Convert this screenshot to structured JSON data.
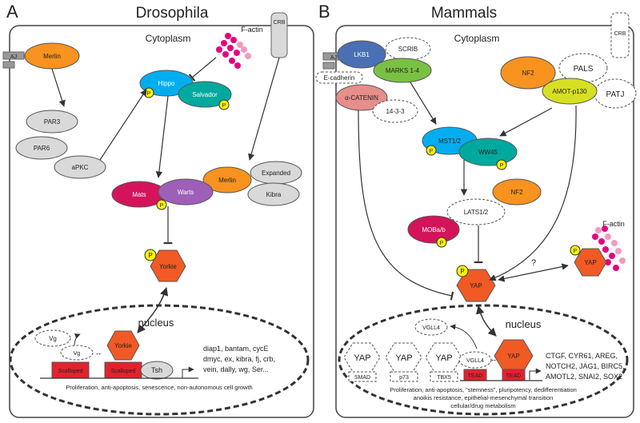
{
  "panel_a": {
    "letter": "A",
    "title": "Drosophila",
    "cytoplasm": "Cytoplasm",
    "nucleus": "nucleus",
    "aj": "AJ",
    "factin": "F-actin",
    "crb": "CRB",
    "merlin": "Merlin",
    "par3": "PAR3",
    "par6": "PAR6",
    "apkc": "aPKC",
    "hippo": "Hippo",
    "salvador": "Salvador",
    "merlin2": "Merlin",
    "expanded": "Expanded",
    "kibra": "Kibra",
    "mats": "Mats",
    "warts": "Warts",
    "yorkie": "Yorkie",
    "p": "P",
    "vg": "Vg",
    "vg_bound": "Vg",
    "yorkie_nuc": "Yorkie",
    "scalloped1": "Scalloped",
    "scalloped2": "Scalloped",
    "tsh": "Tsh",
    "targets": [
      "diap1, bantam, cycE",
      "dmyc, ex, kibra, fj, crb,",
      "vein, dally, wg, Ser..."
    ],
    "outcome": "Proliferation, anti-apoptosis, senescence, non-autonomous cell growth"
  },
  "panel_b": {
    "letter": "B",
    "title": "Mammals",
    "cytoplasm": "Cytoplasm",
    "nucleus": "nucleus",
    "aj": "AJ",
    "crb": "CRB",
    "lkb1": "LKB1",
    "scrib": "SCRIB",
    "marks": "MARKS 1-4",
    "ecadherin": "E-cadherin",
    "acatenin": "α-CATENIN",
    "p1433": "14-3-3",
    "nf2": "NF2",
    "amot": "AMOT-p130",
    "pals": "PALS",
    "patj": "PATJ",
    "mst": "MST1/2",
    "ww45": "WW45",
    "lats": "LATS1/2",
    "nf2b": "NF2",
    "moba": "MOBa/b",
    "yap": "YAP",
    "yap_actin": "YAP",
    "factin": "F-actin",
    "question": "?",
    "p": "P",
    "vgll4_free": "VGLL4",
    "vgll4": "VGLL4",
    "yap_nuc": "YAP",
    "tead1": "TEAD",
    "tead2": "TEAD",
    "partners": [
      {
        "yap": "YAP",
        "tf": "SMAD"
      },
      {
        "yap": "YAP",
        "tf": "p73"
      },
      {
        "yap": "YAP",
        "tf": "TBX5"
      }
    ],
    "targets": [
      "CTGF, CYR61, AREG,",
      "NOTCH2, JAG1, BIRC5,",
      "AMOTL2, SNAI2, SOX2"
    ],
    "outcome": [
      "Proliferation, anti-apoptosis, “stemness”, pluripotency, dedifferentiation",
      "anoikis resistance, epithelial-mesenchymal transition",
      "cellular/drug metabolism"
    ]
  },
  "colors": {
    "orange": "#F7931E",
    "grey": "#D9D9D9",
    "cyan": "#00AEEF",
    "teal": "#00A99D",
    "crimson": "#D4145A",
    "purple": "#9E5FB8",
    "yorkie": "#F15A24",
    "yellow": "#FFF200",
    "blue": "#4A6FB5",
    "green": "#7AC143",
    "pink": "#E58E8A",
    "lime": "#D7DF23",
    "red": "#E1232E",
    "magenta": "#E6007E"
  }
}
